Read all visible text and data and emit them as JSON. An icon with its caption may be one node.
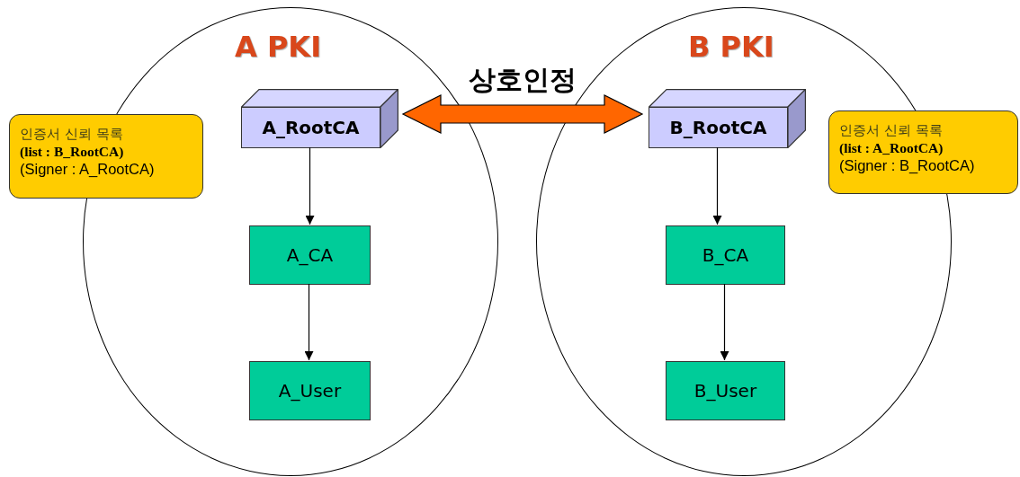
{
  "diagram": {
    "nodes": [
      {
        "text": [
          "인증서 신뢰 목록",
          "(list : B_RootCA)",
          "(Signer : A_RootCA)"
        ]
      },
      {
        "text": [
          "A PKI"
        ]
      },
      {
        "text": [
          "A_RootCA"
        ],
        "in": 1
      },
      {
        "text": [
          "A_CA"
        ],
        "in": 1
      },
      {
        "text": [
          "A_User"
        ],
        "in": 1
      },
      {
        "text": [
          "B PKI"
        ]
      },
      {
        "text": [
          "B_RootCA"
        ],
        "in": 5
      },
      {
        "text": [
          "B_CA"
        ],
        "in": 5
      },
      {
        "text": [
          "B_User"
        ],
        "in": 5
      },
      {
        "text": [
          "인증서 신뢰 목록",
          "(list : A_RootCA)",
          "(Signer : B_RootCA)"
        ]
      }
    ],
    "edges": [
      {
        "from": 2,
        "to": 3,
        "arrow": "to"
      },
      {
        "from": 3,
        "to": 4,
        "arrow": "to"
      },
      {
        "from": 6,
        "to": 7,
        "arrow": "to"
      },
      {
        "from": 7,
        "to": 8,
        "arrow": "to"
      },
      {
        "from": 2,
        "to": 6,
        "arrow": "both",
        "label": "상호인정",
        "style": "thick",
        "color": "#ff6600"
      }
    ]
  }
}
